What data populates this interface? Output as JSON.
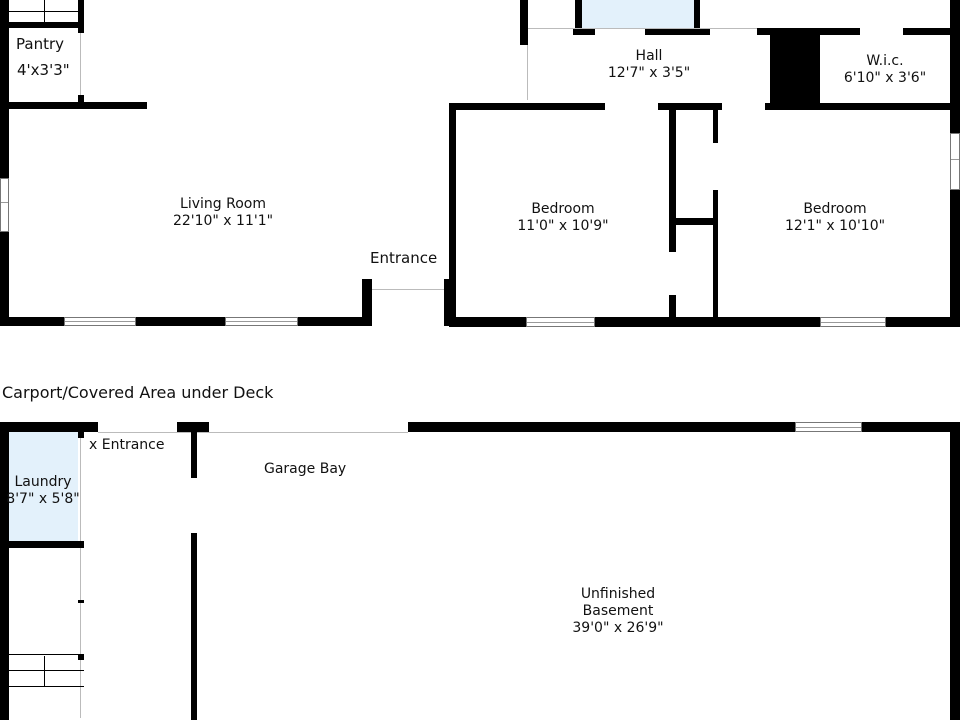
{
  "upper_floor": {
    "rooms": [
      {
        "name": "Pantry",
        "size": "4'x3'3\""
      },
      {
        "name": "Living Room",
        "size": "22'10\" x 11'1\""
      },
      {
        "name": "Hall",
        "size": "12'7\" x 3'5\""
      },
      {
        "name": "W.i.c.",
        "size": "6'10\" x 3'6\""
      },
      {
        "name": "Bedroom",
        "size": "11'0\" x 10'9\""
      },
      {
        "name": "Bedroom",
        "size": "12'1\" x 10'10\""
      }
    ],
    "entrance_label": "Entrance"
  },
  "lower_floor": {
    "carport_label": "Carport/Covered Area under Deck",
    "entrance_label": "x Entrance",
    "garage_label": "Garage Bay",
    "laundry": {
      "name": "Laundry",
      "size": "8'7\" x 5'8\""
    },
    "basement": {
      "name_line1": "Unfinished",
      "name_line2": "Basement",
      "size": "39'0\" x 26'9\""
    }
  },
  "colors": {
    "wall": "#000000",
    "wet_area": "#e3f1fb"
  }
}
